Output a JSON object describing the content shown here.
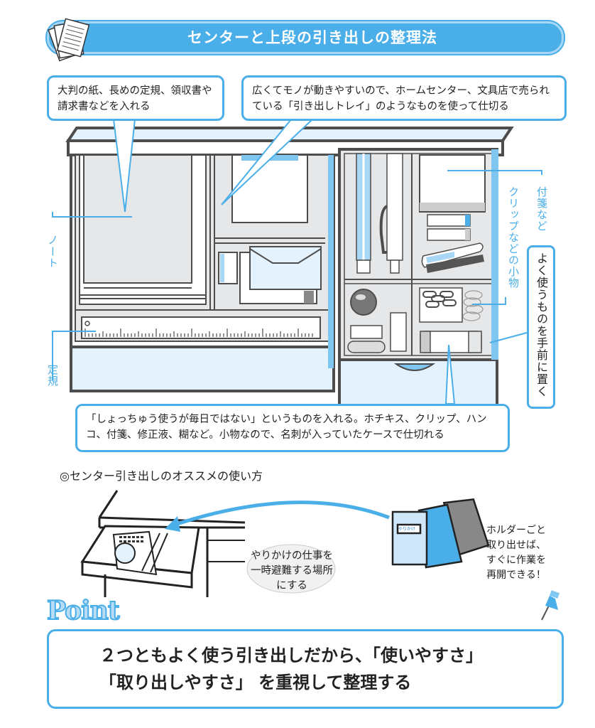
{
  "header": {
    "title": "センターと上段の引き出しの整理法",
    "icon": "papers-icon"
  },
  "callouts": {
    "left_top": "大判の紙、長めの定規、領収書や請求書などを入れる",
    "center_top": "広くてモノが動きやすいので、ホームセンター、文具店で売られている「引き出しトレイ」のようなものを使って仕切る",
    "bottom": "「しょっちゅう使うが毎日ではない」というものを入れる。ホチキス、クリップ、ハンコ、付箋、修正液、糊など。小物なので、名刺が入っていたケースで仕切れる",
    "right_vertical": "よく使うものを手前に置く"
  },
  "labels": {
    "notebook": "ノート",
    "ruler": "定規",
    "sticky_notes": "付箋など",
    "small_items": "クリップなどの小物"
  },
  "recommendation": {
    "heading": "◎センター引き出しのオススメの使い方",
    "nest_text_lines": [
      "やりかけの仕事を",
      "一時避難する場所",
      "にする"
    ],
    "side_text_lines": [
      "ホルダーごと",
      "取り出せば、",
      "すぐに作業を",
      "再開できる！"
    ],
    "folder_label": "やりかけ"
  },
  "point": {
    "logo": "Point",
    "lines": [
      "２つともよく使う引き出しだから、「使いやすさ」",
      "「取り出しやすさ」 を重視して整理する"
    ]
  },
  "colors": {
    "accent": "#4aaee8",
    "accent_light": "#e3f2fc",
    "outline": "#4d4d4d",
    "tray": "#e6e7e9"
  }
}
